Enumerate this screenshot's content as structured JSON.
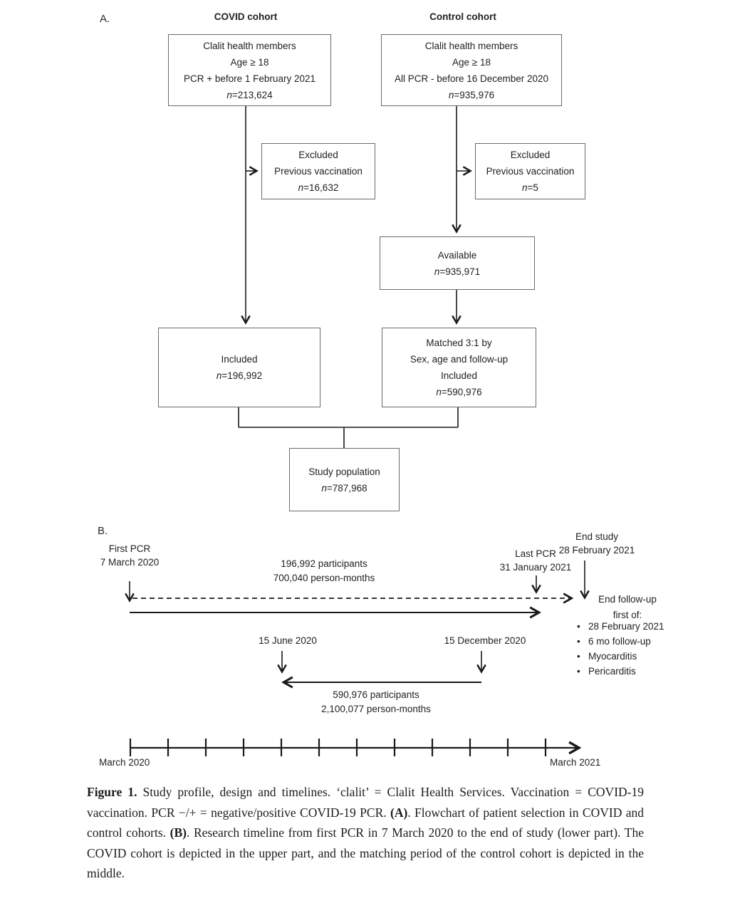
{
  "panel_a": {
    "label": "A.",
    "covid_header": "COVID cohort",
    "control_header": "Control cohort",
    "boxes": {
      "covid_top": {
        "lines": [
          "Clalit health members",
          "Age ≥ 18",
          "PCR + before 1 February 2021"
        ],
        "n": "n",
        "n_value": "=213,624"
      },
      "control_top": {
        "lines": [
          "Clalit health members",
          "Age ≥ 18",
          "All PCR - before 16 December 2020"
        ],
        "n": "n",
        "n_value": "=935,976"
      },
      "covid_excluded": {
        "lines": [
          "Excluded",
          "Previous vaccination"
        ],
        "n": "n",
        "n_value": "=16,632"
      },
      "control_excluded": {
        "lines": [
          "Excluded",
          "Previous vaccination"
        ],
        "n": "n",
        "n_value": "=5"
      },
      "available": {
        "lines": [
          "Available"
        ],
        "n": "n",
        "n_value": "=935,971"
      },
      "included": {
        "lines": [
          "Included"
        ],
        "n": "n",
        "n_value": "=196,992"
      },
      "matched": {
        "lines": [
          "Matched 3:1 by",
          "Sex, age and follow-up",
          "Included"
        ],
        "n": "n",
        "n_value": "=590,976"
      },
      "study": {
        "lines": [
          "Study population"
        ],
        "n": "n",
        "n_value": "=787,968"
      }
    }
  },
  "panel_b": {
    "label": "B.",
    "bullet_char": "•",
    "first_pcr_line1": "First PCR",
    "first_pcr_line2": "7 March 2020",
    "covid_span_line1": "196,992 participants",
    "covid_span_line2": "700,040 person-months",
    "last_pcr_line1": "Last PCR",
    "last_pcr_line2": "31 January 2021",
    "end_study_line1": "End study",
    "end_study_line2": "28 February 2021",
    "end_followup_line1": "End follow-up",
    "end_followup_line2": "first of:",
    "followup_bullets": [
      "28 February 2021",
      "6 mo follow-up",
      "Myocarditis",
      "Pericarditis"
    ],
    "june_label": "15 June 2020",
    "december_label": "15 December 2020",
    "control_span_line1": "590,976 participants",
    "control_span_line2": "2,100,077 person-months",
    "axis_start": "March 2020",
    "axis_end": "March 2021"
  },
  "caption": {
    "figure_label": "Figure 1.",
    "seg1": " Study profile, design and timelines. ‘clalit’ = Clalit Health Services. Vaccination = COVID-19 vaccination. PCR −/+ = negative/positive COVID-19 PCR. ",
    "seg2": "(A)",
    "seg3": ". Flowchart of patient selection in COVID and control cohorts. ",
    "seg4": "(B)",
    "seg5": ". Research timeline from first PCR in 7 March 2020 to the end of study (lower part). The COVID cohort is depicted in the upper part, and the matching period of the control cohort is depicted in the middle."
  },
  "colors": {
    "line": "#1a1a1a",
    "box_border": "#6a6a6a",
    "text": "#1f1f1f",
    "background": "#ffffff"
  }
}
